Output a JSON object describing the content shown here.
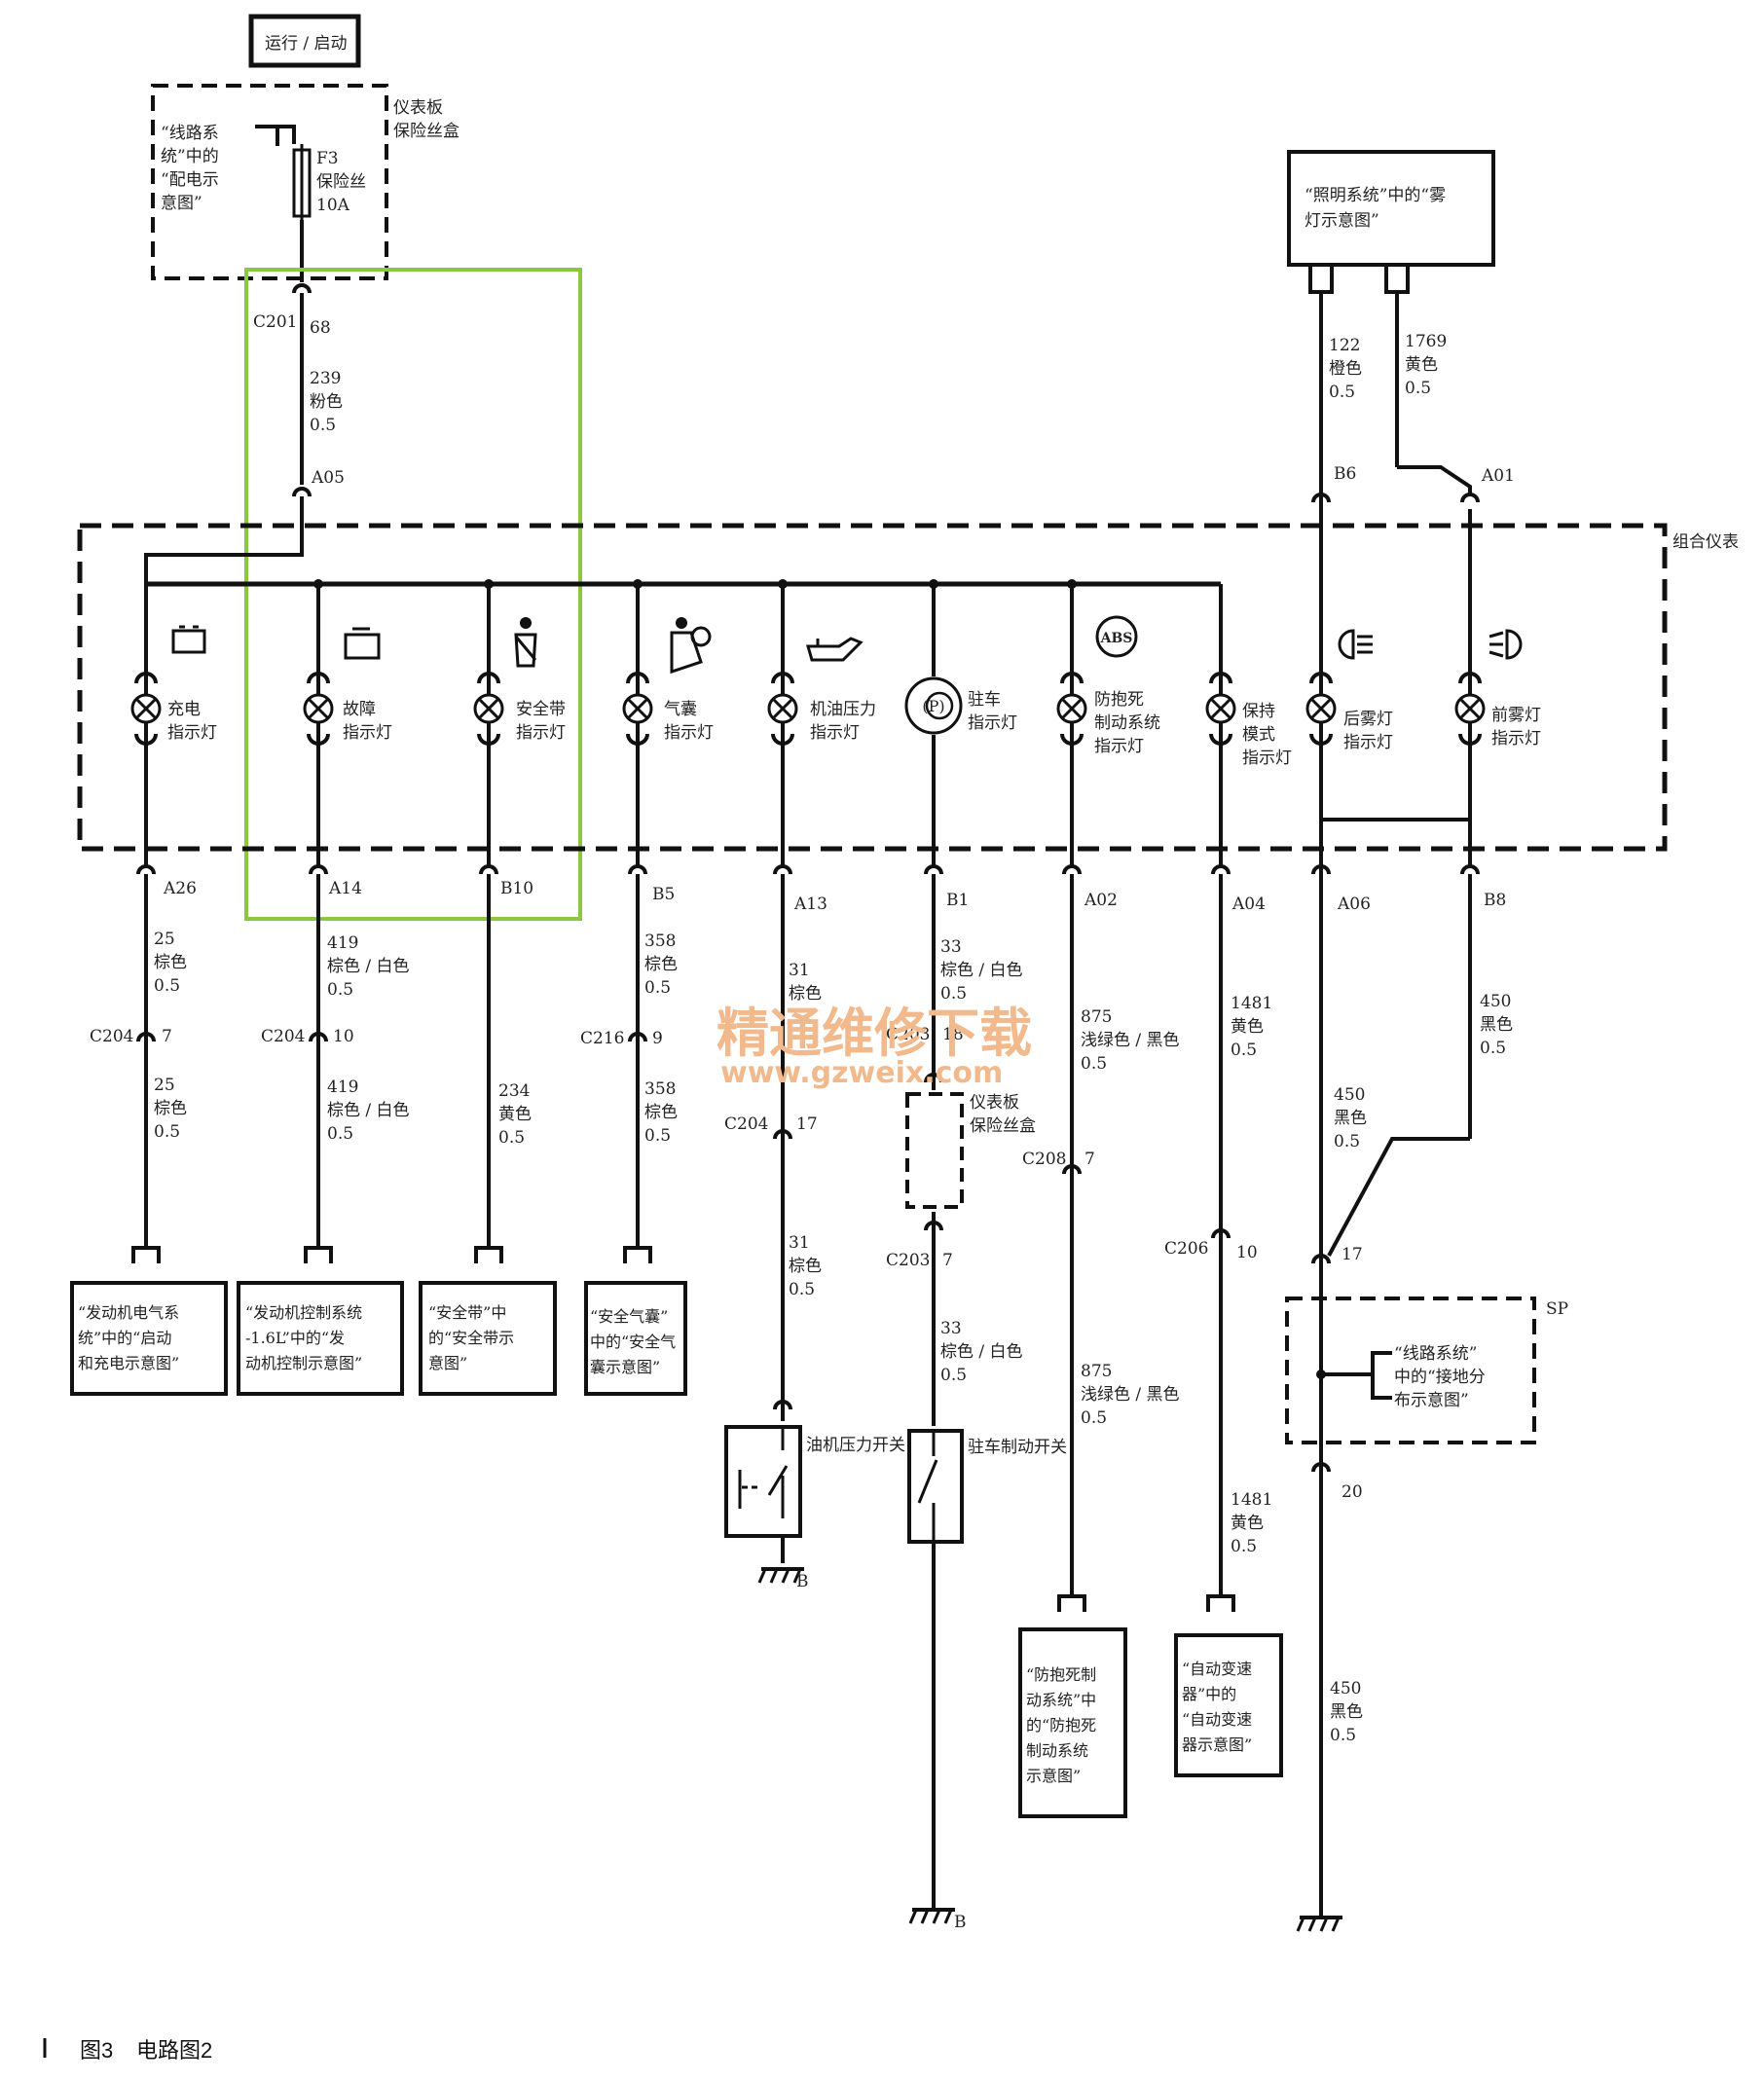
{
  "top": {
    "run_start": "运行 / 启动"
  },
  "fuse_box": {
    "label_1": "仪表板",
    "label_2": "保险丝盒",
    "ref_1": "“线路系",
    "ref_2": "统”中的",
    "ref_3": "“配电示",
    "ref_4": "意图”",
    "fuse_id": "F3",
    "fuse_label": "保险丝",
    "fuse_rating": "10A"
  },
  "feed": {
    "c201": "C201",
    "c201_pin": "68",
    "wire_num": "239",
    "wire_color": "粉色",
    "wire_size": "0.5",
    "a05": "A05"
  },
  "cluster": {
    "label": "组合仪表"
  },
  "lamps": {
    "charge": {
      "l1": "充电",
      "l2": "指示灯"
    },
    "fault": {
      "l1": "故障",
      "l2": "指示灯"
    },
    "seatbelt": {
      "l1": "安全带",
      "l2": "指示灯"
    },
    "airbag": {
      "l1": "气囊",
      "l2": "指示灯"
    },
    "oil": {
      "l1": "机油压力",
      "l2": "指示灯"
    },
    "park": {
      "l1": "驻车",
      "l2": "指示灯"
    },
    "abs": {
      "l1": "防抱死",
      "l2": "制动系统",
      "l3": "指示灯"
    },
    "hold": {
      "l1": "保持",
      "l2": "模式",
      "l3": "指示灯"
    },
    "rear_fog": {
      "l1": "后雾灯",
      "l2": "指示灯"
    },
    "front_fog": {
      "l1": "前雾灯",
      "l2": "指示灯"
    }
  },
  "lighting": {
    "ref_1": "“照明系统”中的“雾",
    "ref_2": "灯示意图”",
    "w1_num": "122",
    "w1_color": "橙色",
    "w1_size": "0.5",
    "w2_num": "1769",
    "w2_color": "黄色",
    "w2_size": "0.5",
    "b6": "B6",
    "a01": "A01"
  },
  "col_charge": {
    "pin": "A26",
    "wire_num": "25",
    "wire_color": "棕色",
    "wire_size": "0.5",
    "conn": "C204",
    "conn_pin": "7",
    "wire2_num": "25",
    "wire2_color": "棕色",
    "wire2_size": "0.5"
  },
  "col_fault": {
    "pin": "A14",
    "wire_num": "419",
    "wire_color": "棕色 / 白色",
    "wire_size": "0.5",
    "conn": "C204",
    "conn_pin": "10",
    "wire2_num": "419",
    "wire2_color": "棕色 / 白色",
    "wire2_size": "0.5"
  },
  "col_belt": {
    "pin": "B10",
    "wire_num": "234",
    "wire_color": "黄色",
    "wire_size": "0.5"
  },
  "col_airbag": {
    "pin": "B5",
    "wire_num": "358",
    "wire_color": "棕色",
    "wire_size": "0.5",
    "conn": "C216",
    "conn_pin": "9",
    "wire2_num": "358",
    "wire2_color": "棕色",
    "wire2_size": "0.5"
  },
  "col_oil": {
    "pin": "A13",
    "wire_num": "31",
    "wire_color": "棕色",
    "conn": "C204",
    "conn_pin": "17",
    "wire2_num": "31",
    "wire2_color": "棕色",
    "wire2_size": "0.5"
  },
  "col_park": {
    "pin": "B1",
    "wire_num": "33",
    "wire_color": "棕色 / 白色",
    "wire_size": "0.5",
    "conn": "C203",
    "conn_pin": "18",
    "box_l1": "仪表板",
    "box_l2": "保险丝盒",
    "conn2": "C203",
    "conn2_pin": "7",
    "wire2_num": "33",
    "wire2_color": "棕色 / 白色",
    "wire2_size": "0.5"
  },
  "col_abs": {
    "pin": "A02",
    "wire_num": "875",
    "wire_color": "浅绿色 / 黑色",
    "wire_size": "0.5",
    "conn": "C208",
    "conn_pin": "7",
    "wire2_num": "875",
    "wire2_color": "浅绿色 / 黑色",
    "wire2_size": "0.5"
  },
  "col_hold": {
    "pin": "A04",
    "wire_num": "1481",
    "wire_color": "黄色",
    "wire_size": "0.5",
    "conn": "C206",
    "conn_pin": "10",
    "wire2_num": "1481",
    "wire2_color": "黄色",
    "wire2_size": "0.5"
  },
  "col_rfog": {
    "pin": "A06",
    "wire_num": "450",
    "wire_color": "黑色",
    "wire_size": "0.5"
  },
  "col_ffog": {
    "pin": "B8",
    "wire_num": "450",
    "wire_color": "黑色",
    "wire_size": "0.5"
  },
  "ground": {
    "pin_in": "17",
    "sp": "SP",
    "ref_1": "“线路系统”",
    "ref_2": "中的“接地分",
    "ref_3": "布示意图”",
    "pin_out": "20",
    "wire_num": "450",
    "wire_color": "黑色",
    "wire_size": "0.5"
  },
  "refs": {
    "engine": {
      "l1": "“发动机电气系",
      "l2": "统”中的“启动",
      "l3": "和充电示意图”"
    },
    "ecm": {
      "l1": "“发动机控制系统",
      "l2": "-1.6L”中的“发",
      "l3": "动机控制示意图”"
    },
    "belt": {
      "l1": "“安全带”中",
      "l2": "的“安全带示",
      "l3": "意图”"
    },
    "airbag": {
      "l1": "“安全气囊”",
      "l2": "中的“安全气",
      "l3": "囊示意图”"
    },
    "abs": {
      "l1": "“防抱死制",
      "l2": "动系统”中",
      "l3": "的“防抱死",
      "l4": "制动系统",
      "l5": "示意图”"
    },
    "trans": {
      "l1": "“自动变速",
      "l2": "器”中的",
      "l3": "“自动变速",
      "l4": "器示意图”"
    }
  },
  "switches": {
    "oil": "油机压力开关",
    "oil_gnd": "B",
    "park": "驻车制动开关",
    "park_gnd": "B"
  },
  "watermark": {
    "cn": "精通维修下载",
    "url": "www.gzweix.com"
  },
  "caption": {
    "fig": "图3",
    "title": "电路图2"
  }
}
